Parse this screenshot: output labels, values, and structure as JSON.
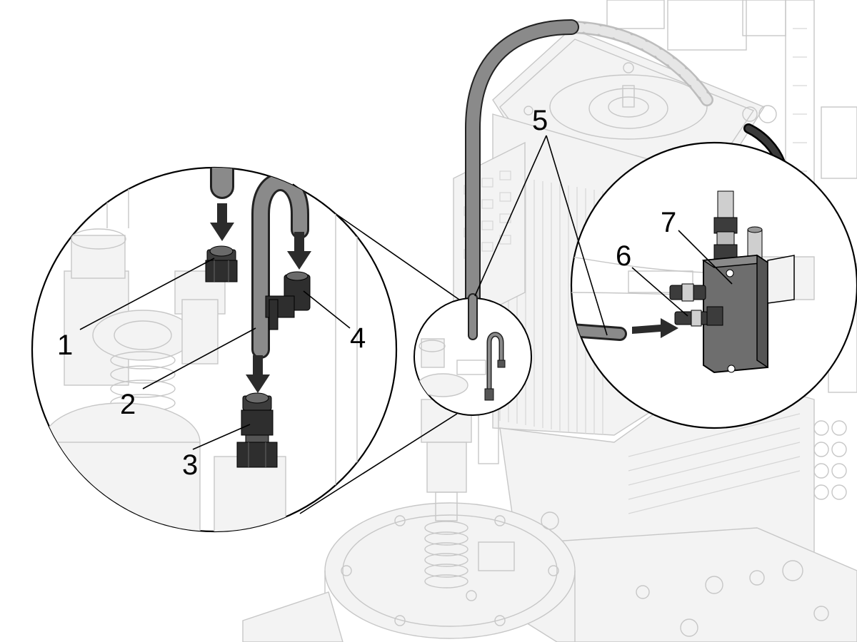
{
  "callouts": {
    "c1": "1",
    "c2": "2",
    "c3": "3",
    "c4": "4",
    "c5": "5",
    "c6": "6",
    "c7": "7"
  },
  "colors": {
    "background": "#ffffff",
    "ghost_line": "#c7c7c7",
    "hose": "#8a8a8a",
    "hose_outline": "#222222",
    "arrow": "#2b2b2b",
    "block": "#6e6e6e",
    "fitting": "#3c3c3c"
  },
  "icons": [
    "arrow-down-icon",
    "arrow-right-icon",
    "curved-arrow-icon"
  ]
}
